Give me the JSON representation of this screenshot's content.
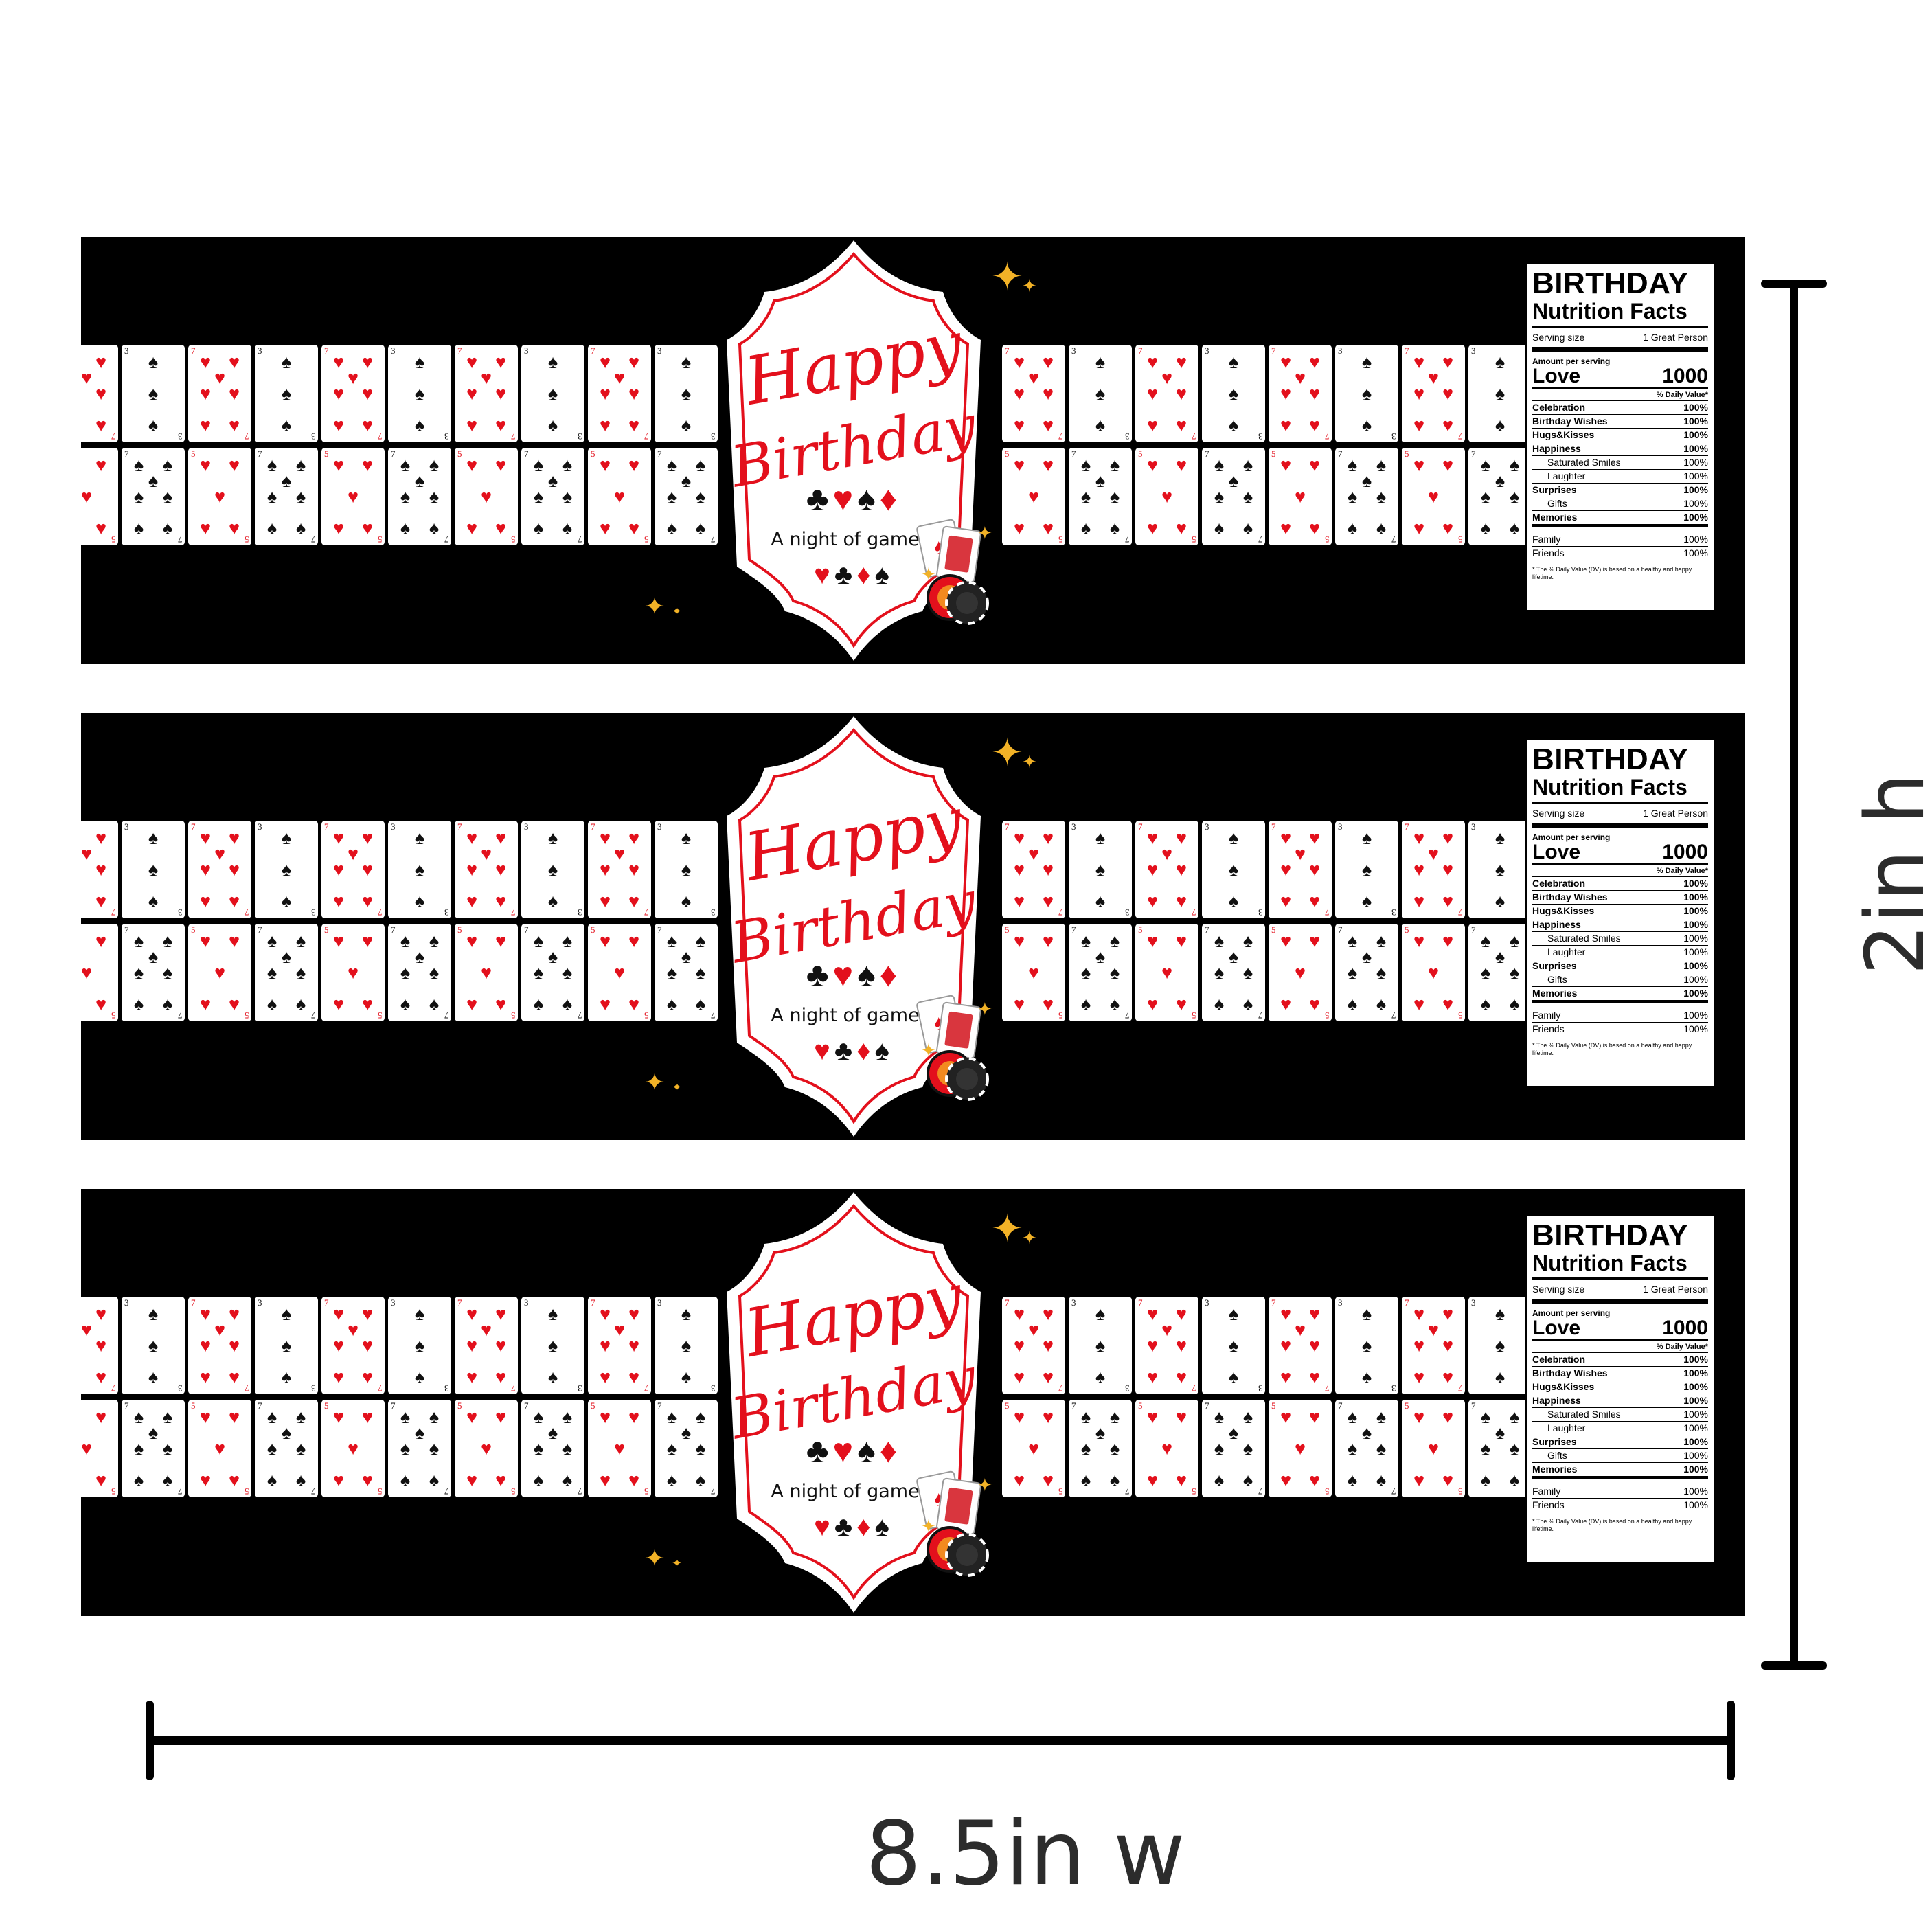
{
  "labels": [
    {
      "title_line1": "Happy",
      "title_line2": "Birthday",
      "subtitle": "A night of games!",
      "nutrition": {
        "header": "BIRTHDAY",
        "subheader": "Nutrition Facts",
        "serving_label": "Serving size",
        "serving_value": "1 Great Person",
        "amount_label": "Amount per serving",
        "main_label": "Love",
        "main_value": "1000",
        "daily_value_header": "% Daily Value*",
        "rows": [
          {
            "label": "Celebration",
            "value": "100%",
            "bold": true
          },
          {
            "label": "Birthday Wishes",
            "value": "100%",
            "bold": true
          },
          {
            "label": "Hugs&Kisses",
            "value": "100%",
            "bold": true
          },
          {
            "label": "Happiness",
            "value": "100%",
            "bold": true
          },
          {
            "label": "Saturated Smiles",
            "value": "100%",
            "bold": false
          },
          {
            "label": "Laughter",
            "value": "100%",
            "bold": false
          },
          {
            "label": "Surprises",
            "value": "100%",
            "bold": true
          },
          {
            "label": "Gifts",
            "value": "100%",
            "bold": false
          },
          {
            "label": "Memories",
            "value": "100%",
            "bold": true
          }
        ],
        "extra_rows": [
          {
            "label": "Family",
            "value": "100%"
          },
          {
            "label": "Friends",
            "value": "100%"
          }
        ],
        "footnote": "* The % Daily Value (DV) is based on a healthy and happy lifetime."
      }
    },
    {
      "title_line1": "Happy",
      "title_line2": "Birthday",
      "subtitle": "A night of games!",
      "nutrition": {
        "header": "BIRTHDAY",
        "subheader": "Nutrition Facts",
        "serving_label": "Serving size",
        "serving_value": "1 Great Person",
        "amount_label": "Amount per serving",
        "main_label": "Love",
        "main_value": "1000",
        "daily_value_header": "% Daily Value*",
        "rows": [
          {
            "label": "Celebration",
            "value": "100%",
            "bold": true
          },
          {
            "label": "Birthday Wishes",
            "value": "100%",
            "bold": true
          },
          {
            "label": "Hugs&Kisses",
            "value": "100%",
            "bold": true
          },
          {
            "label": "Happiness",
            "value": "100%",
            "bold": true
          },
          {
            "label": "Saturated Smiles",
            "value": "100%",
            "bold": false
          },
          {
            "label": "Laughter",
            "value": "100%",
            "bold": false
          },
          {
            "label": "Surprises",
            "value": "100%",
            "bold": true
          },
          {
            "label": "Gifts",
            "value": "100%",
            "bold": false
          },
          {
            "label": "Memories",
            "value": "100%",
            "bold": true
          }
        ],
        "extra_rows": [
          {
            "label": "Family",
            "value": "100%"
          },
          {
            "label": "Friends",
            "value": "100%"
          }
        ],
        "footnote": "* The % Daily Value (DV) is based on a healthy and happy lifetime."
      }
    },
    {
      "title_line1": "Happy",
      "title_line2": "Birthday",
      "subtitle": "A night of games!",
      "nutrition": {
        "header": "BIRTHDAY",
        "subheader": "Nutrition Facts",
        "serving_label": "Serving size",
        "serving_value": "1 Great Person",
        "amount_label": "Amount per serving",
        "main_label": "Love",
        "main_value": "1000",
        "daily_value_header": "% Daily Value*",
        "rows": [
          {
            "label": "Celebration",
            "value": "100%",
            "bold": true
          },
          {
            "label": "Birthday Wishes",
            "value": "100%",
            "bold": true
          },
          {
            "label": "Hugs&Kisses",
            "value": "100%",
            "bold": true
          },
          {
            "label": "Happiness",
            "value": "100%",
            "bold": true
          },
          {
            "label": "Saturated Smiles",
            "value": "100%",
            "bold": false
          },
          {
            "label": "Laughter",
            "value": "100%",
            "bold": false
          },
          {
            "label": "Surprises",
            "value": "100%",
            "bold": true
          },
          {
            "label": "Gifts",
            "value": "100%",
            "bold": false
          },
          {
            "label": "Memories",
            "value": "100%",
            "bold": true
          }
        ],
        "extra_rows": [
          {
            "label": "Family",
            "value": "100%"
          },
          {
            "label": "Friends",
            "value": "100%"
          }
        ],
        "footnote": "* The % Daily Value (DV) is based on a healthy and happy lifetime."
      }
    }
  ],
  "cards": {
    "top_row": [
      {
        "rank": "7",
        "suit": "heart"
      },
      {
        "rank": "3",
        "suit": "spade"
      },
      {
        "rank": "7",
        "suit": "heart"
      },
      {
        "rank": "3",
        "suit": "spade"
      },
      {
        "rank": "7",
        "suit": "heart"
      },
      {
        "rank": "3",
        "suit": "spade"
      },
      {
        "rank": "7",
        "suit": "heart"
      },
      {
        "rank": "3",
        "suit": "spade"
      },
      {
        "rank": "7",
        "suit": "heart"
      },
      {
        "rank": "3",
        "suit": "spade"
      }
    ],
    "bottom_row": [
      {
        "rank": "5",
        "suit": "heart"
      },
      {
        "rank": "7",
        "suit": "spade"
      },
      {
        "rank": "5",
        "suit": "heart"
      },
      {
        "rank": "7",
        "suit": "spade"
      },
      {
        "rank": "5",
        "suit": "heart"
      },
      {
        "rank": "7",
        "suit": "spade"
      },
      {
        "rank": "5",
        "suit": "heart"
      },
      {
        "rank": "7",
        "suit": "spade"
      },
      {
        "rank": "5",
        "suit": "heart"
      },
      {
        "rank": "7",
        "suit": "spade"
      }
    ]
  },
  "dimensions": {
    "width_label": "8.5in w",
    "height_label": "2in h"
  },
  "colors": {
    "accent_red": "#e3101c",
    "background": "#000000",
    "sparkle": "#f2b227"
  }
}
